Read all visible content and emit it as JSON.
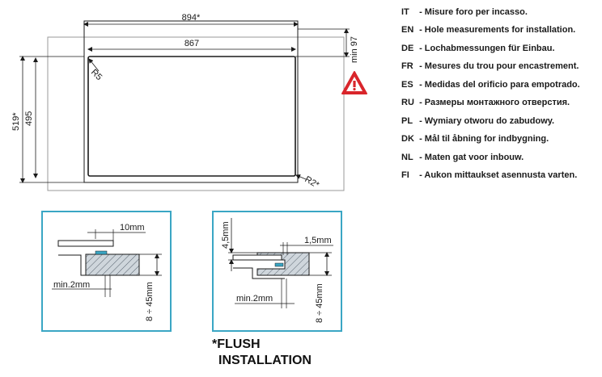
{
  "top_drawing": {
    "dim_894": "894*",
    "dim_867": "867",
    "dim_min97": "min 97",
    "dim_519": "519*",
    "dim_495": "495",
    "radius_r5": "R5",
    "radius_r2": "R2*"
  },
  "legend": [
    {
      "code": "IT",
      "text": "- Misure foro per incasso."
    },
    {
      "code": "EN",
      "text": "- Hole measurements for installation."
    },
    {
      "code": "DE",
      "text": "- Lochabmessungen für Einbau."
    },
    {
      "code": "FR",
      "text": "- Mesures du trou pour encastrement."
    },
    {
      "code": "ES",
      "text": "- Medidas del orificio para empotrado."
    },
    {
      "code": "RU",
      "text": "- Размеры монтажного отверстия."
    },
    {
      "code": "PL",
      "text": "- Wymiary otworu do zabudowy."
    },
    {
      "code": "DK",
      "text": "- Mål til åbning for indbygning."
    },
    {
      "code": "NL",
      "text": "- Maten gat voor inbouw."
    },
    {
      "code": "FI",
      "text": "- Aukon mittaukset asennusta varten."
    }
  ],
  "detail_left": {
    "dim_10mm": "10mm",
    "dim_min2mm": "min.2mm",
    "dim_thickness": "8 ÷ 45mm"
  },
  "detail_right": {
    "dim_4_5mm": "4,5mm",
    "dim_1_5mm": "1,5mm",
    "dim_min2mm": "min.2mm",
    "dim_thickness": "8 ÷ 45mm"
  },
  "flush_note": {
    "line1": "*FLUSH",
    "line2": "INSTALLATION"
  },
  "colors": {
    "frame_border": "#3aa6c4",
    "worktop_fill": "#cfd6dc",
    "gasket": "#3aa6c4",
    "warning_red": "#d9252b"
  }
}
